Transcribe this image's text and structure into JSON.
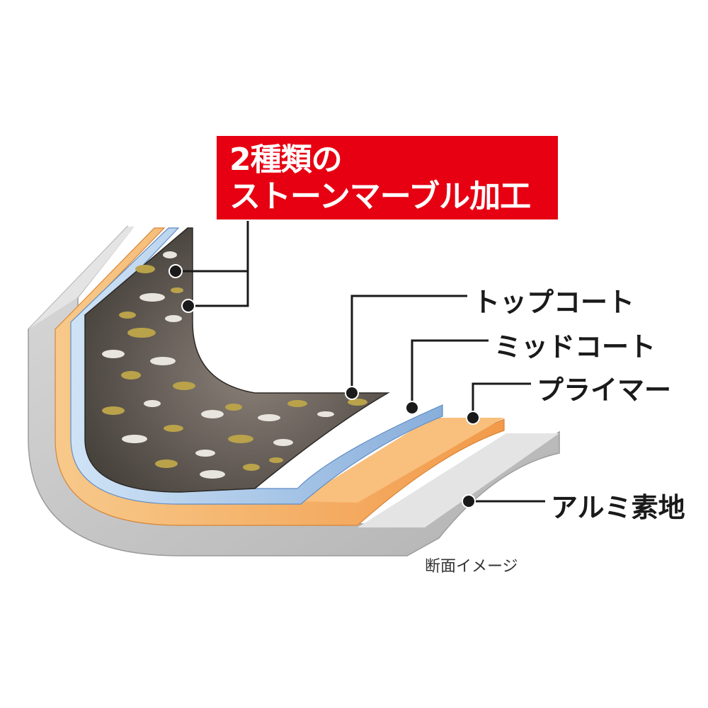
{
  "banner": {
    "line1": "2種類の",
    "line2": "ストーンマーブル加工"
  },
  "labels": {
    "top_coat": "トップコート",
    "mid_coat": "ミッドコート",
    "primer": "プライマー",
    "aluminum_base": "アルミ素地"
  },
  "caption": "断面イメージ",
  "colors": {
    "banner": "#e60012",
    "aluminum": "#c9c9c9",
    "primer": "#f0a04b",
    "mid_coat": "#8fb3dc",
    "top_coat": "#5a514a",
    "stone_gold": "#b9a24a",
    "stone_white": "#e8e4de"
  },
  "icons": [
    "leader-dot",
    "leader-line"
  ]
}
